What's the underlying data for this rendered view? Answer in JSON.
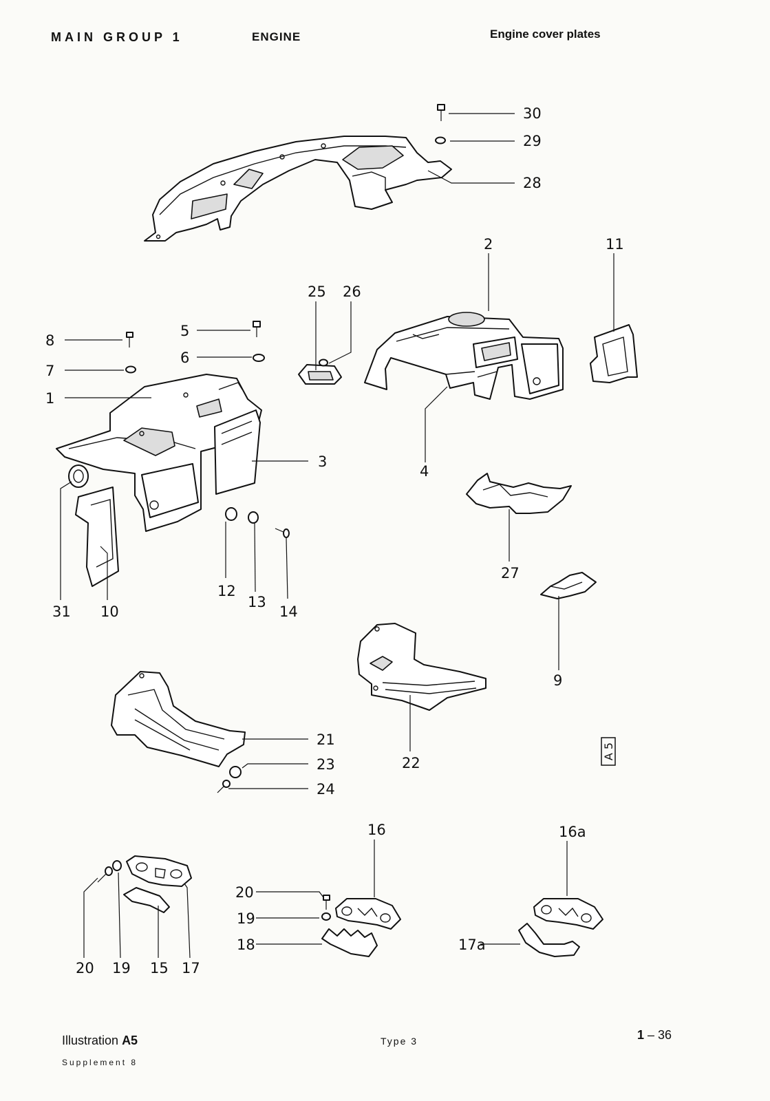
{
  "header": {
    "group": "MAIN GROUP 1",
    "engine": "ENGINE",
    "section": "Engine cover plates"
  },
  "callouts": {
    "c1": "1",
    "c2": "2",
    "c3": "3",
    "c4": "4",
    "c5": "5",
    "c6": "6",
    "c7": "7",
    "c8": "8",
    "c9": "9",
    "c10": "10",
    "c11": "11",
    "c12": "12",
    "c13": "13",
    "c14": "14",
    "c15": "15",
    "c16": "16",
    "c16a": "16a",
    "c17": "17",
    "c17a": "17a",
    "c18": "18",
    "c19a": "19",
    "c19b": "19",
    "c20a": "20",
    "c20b": "20",
    "c21": "21",
    "c22": "22",
    "c23": "23",
    "c24": "24",
    "c25": "25",
    "c26": "26",
    "c27": "27",
    "c28": "28",
    "c29": "29",
    "c30": "30",
    "c31": "31"
  },
  "stamp": "A 5",
  "footer": {
    "illustration_label": "Illustration",
    "illustration_code": "A5",
    "type": "Type 3",
    "page_prefix": "1",
    "page_suffix": " – 36",
    "supplement": "Supplement 8"
  }
}
